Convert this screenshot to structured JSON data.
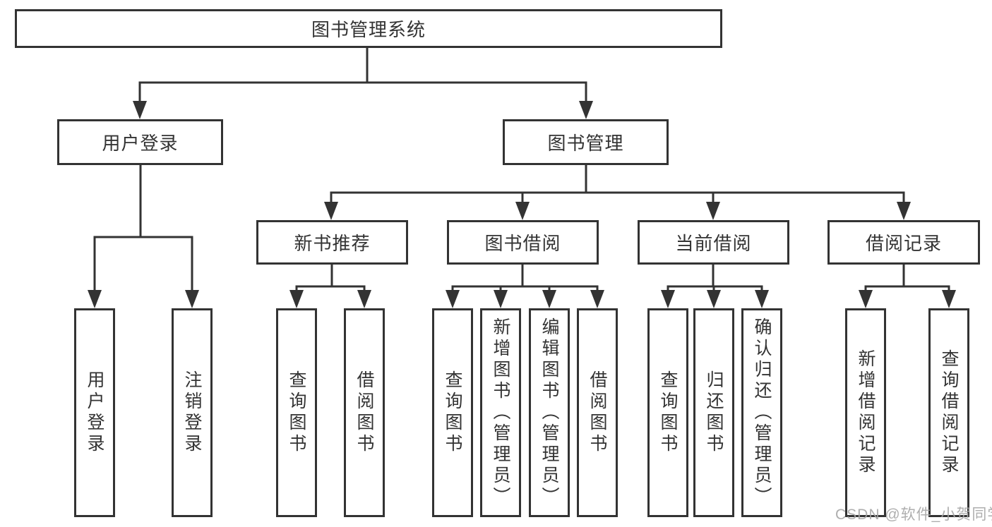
{
  "tree": {
    "root": "图书管理系统",
    "branches": [
      {
        "label": "用户登录",
        "children": [
          "用户登录",
          "注销登录"
        ]
      },
      {
        "label": "图书管理",
        "groups": [
          {
            "label": "新书推荐",
            "children": [
              "查询图书",
              "借阅图书"
            ]
          },
          {
            "label": "图书借阅",
            "children": [
              "查询图书",
              "新增图书（管理员）",
              "编辑图书（管理员）",
              "借阅图书"
            ]
          },
          {
            "label": "当前借阅",
            "children": [
              "查询图书",
              "归还图书",
              "确认归还（管理员）"
            ]
          },
          {
            "label": "借阅记录",
            "children": [
              "新增借阅记录",
              "查询借阅记录"
            ]
          }
        ]
      }
    ]
  },
  "watermark": "CSDN @软件_小贺同学",
  "colors": {
    "line": "#333333",
    "box_border": "#333333",
    "text": "#333333",
    "watermark": "#a6a6a6",
    "background": "#ffffff"
  }
}
